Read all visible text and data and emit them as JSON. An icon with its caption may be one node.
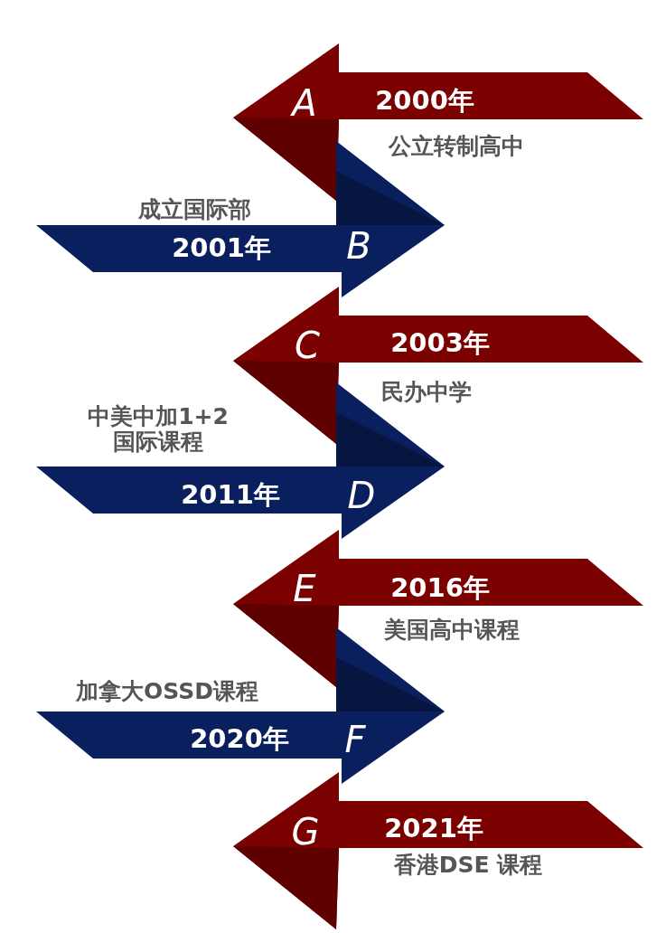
{
  "diagram": {
    "nodes": [
      {
        "text": [
          "A",
          "2000年"
        ],
        "beside": [
          "公立转制高中"
        ]
      },
      {
        "text": [
          "2001年",
          "B"
        ],
        "beside": [
          "成立国际部"
        ]
      },
      {
        "text": [
          "C",
          "2003年"
        ],
        "beside": [
          "民办中学"
        ]
      },
      {
        "text": [
          "2011年",
          "D"
        ],
        "beside": [
          "中美中加1+2 国际课程"
        ]
      },
      {
        "text": [
          "E",
          "2016年"
        ],
        "beside": [
          "美国高中课程"
        ]
      },
      {
        "text": [
          "2020年",
          "F"
        ],
        "beside": [
          "加拿大OSSD课程"
        ]
      },
      {
        "text": [
          "G",
          "2021年"
        ],
        "beside": [
          "香港DSE 课程"
        ]
      }
    ]
  }
}
